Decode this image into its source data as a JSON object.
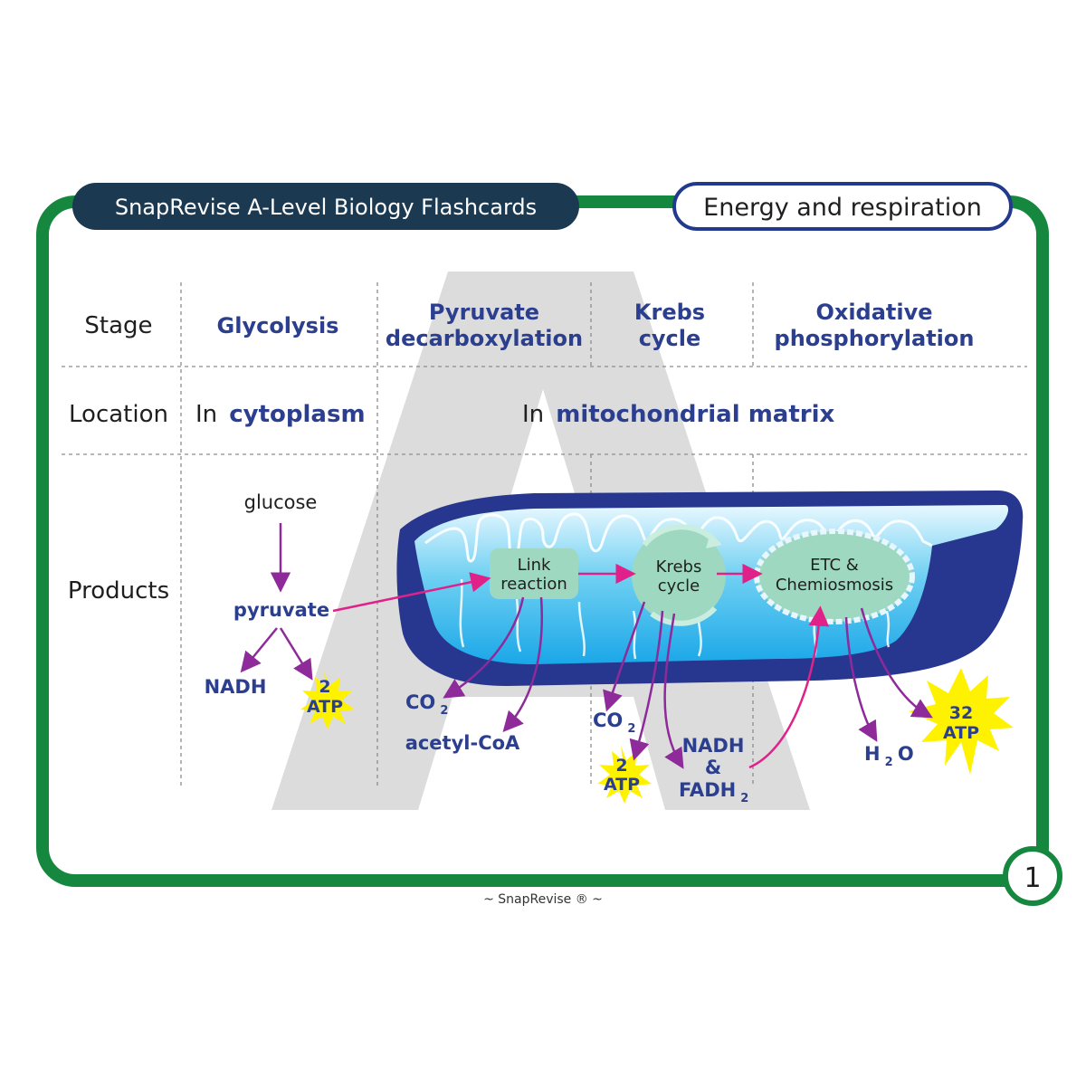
{
  "header": {
    "app_title": "SnapRevise A-Level Biology Flashcards",
    "topic": "Energy and respiration"
  },
  "rows": {
    "stage_label": "Stage",
    "location_label": "Location",
    "products_label": "Products"
  },
  "stages": [
    {
      "line1": "Glycolysis",
      "line2": ""
    },
    {
      "line1": "Pyruvate",
      "line2": "decarboxylation"
    },
    {
      "line1": "Krebs",
      "line2": "cycle"
    },
    {
      "line1": "Oxidative",
      "line2": "phosphorylation"
    }
  ],
  "locations": [
    {
      "prefix": "In",
      "place": "cytoplasm"
    },
    {
      "prefix": "In",
      "place": "mitochondrial matrix"
    }
  ],
  "products": {
    "glucose": "glucose",
    "pyruvate": "pyruvate",
    "nadh": "NADH",
    "atp_glycolysis": {
      "count": "2",
      "unit": "ATP"
    },
    "co2_link": {
      "base": "CO",
      "sub": "2"
    },
    "acetyl_coa": "acetyl-CoA",
    "co2_krebs": {
      "base": "CO",
      "sub": "2"
    },
    "atp_krebs": {
      "count": "2",
      "unit": "ATP"
    },
    "nadh_fadh": {
      "line1": "NADH",
      "line2": "&",
      "line3_base": "FADH",
      "line3_sub": "2"
    },
    "water": {
      "base": "H",
      "sub": "2",
      "end": "O"
    },
    "atp_oxidative": {
      "count": "32",
      "unit": "ATP"
    }
  },
  "processes": {
    "link": {
      "line1": "Link",
      "line2": "reaction"
    },
    "krebs": {
      "line1": "Krebs",
      "line2": "cycle"
    },
    "etc": {
      "line1": "ETC &",
      "line2": "Chemiosmosis"
    }
  },
  "footer": {
    "brand": "~ SnapRevise ® ~",
    "page_number": "1"
  },
  "colors": {
    "frame_green": "#16873f",
    "header_navy": "#1b3a52",
    "topic_border": "#213a8e",
    "label_blue": "#2c3f8f",
    "arrow_purple": "#8e2a9a",
    "arrow_pink": "#e0218a",
    "mito_outer": "#27378f",
    "process_box": "#9ed8c1",
    "atp_star": "#fff200"
  }
}
